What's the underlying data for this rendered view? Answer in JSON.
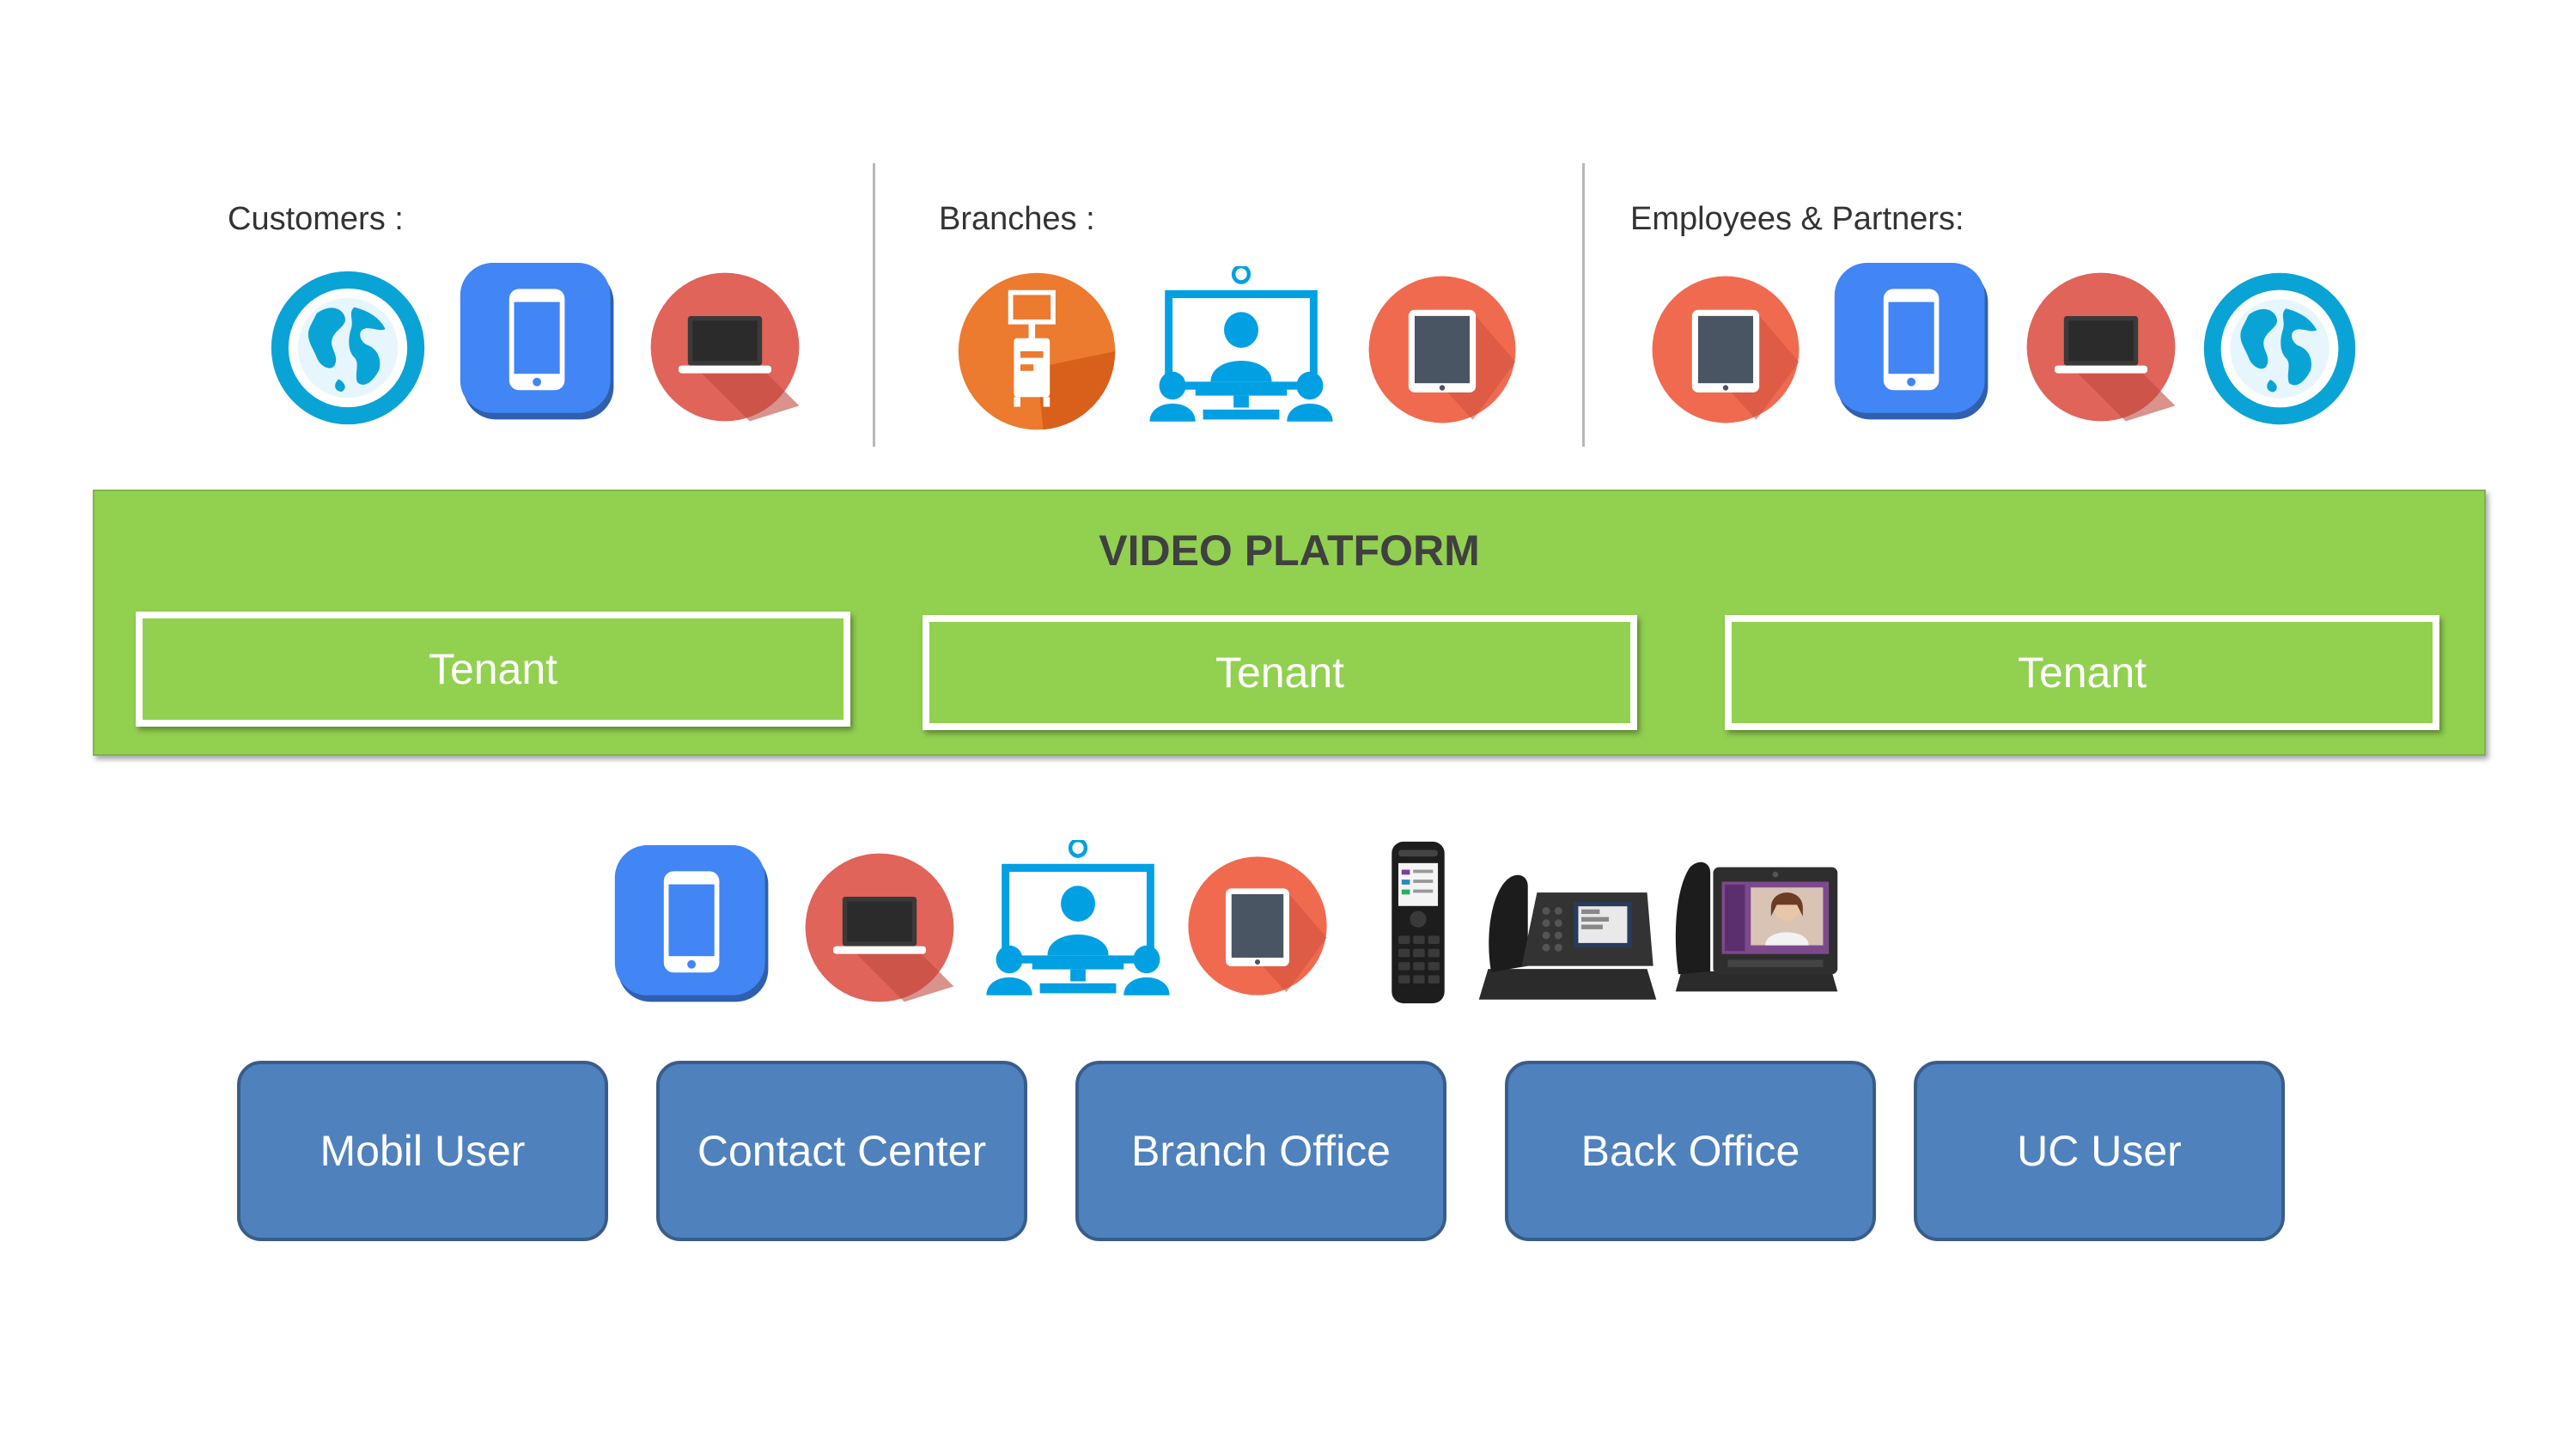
{
  "groups": [
    {
      "label": "Customers :",
      "icons": [
        "globe-icon",
        "smartphone-icon",
        "laptop-icon"
      ]
    },
    {
      "label": "Branches :",
      "icons": [
        "kiosk-icon",
        "conference-room-icon",
        "tablet-icon"
      ]
    },
    {
      "label": "Employees & Partners:",
      "icons": [
        "tablet-icon",
        "smartphone-icon",
        "laptop-icon",
        "globe-icon"
      ]
    }
  ],
  "platform": {
    "title": "VIDEO PLATFORM",
    "tenants": [
      "Tenant",
      "Tenant",
      "Tenant"
    ]
  },
  "endpoints": [
    "smartphone-icon",
    "laptop-icon",
    "conference-room-icon",
    "tablet-icon",
    "dect-handset-icon",
    "desk-phone-icon",
    "video-desk-phone-icon"
  ],
  "roles": [
    "Mobil User",
    "Contact Center",
    "Branch Office",
    "Back Office",
    "UC User"
  ],
  "colors": {
    "platform_green": "#92d050",
    "role_blue": "#4f81bd",
    "globe_blue": "#0aa3d6",
    "phone_blue": "#4285f4",
    "laptop_red": "#e06459",
    "tablet_red": "#f06a50",
    "kiosk_orange": "#ec7a2f",
    "conference_blue": "#00a0e3"
  }
}
